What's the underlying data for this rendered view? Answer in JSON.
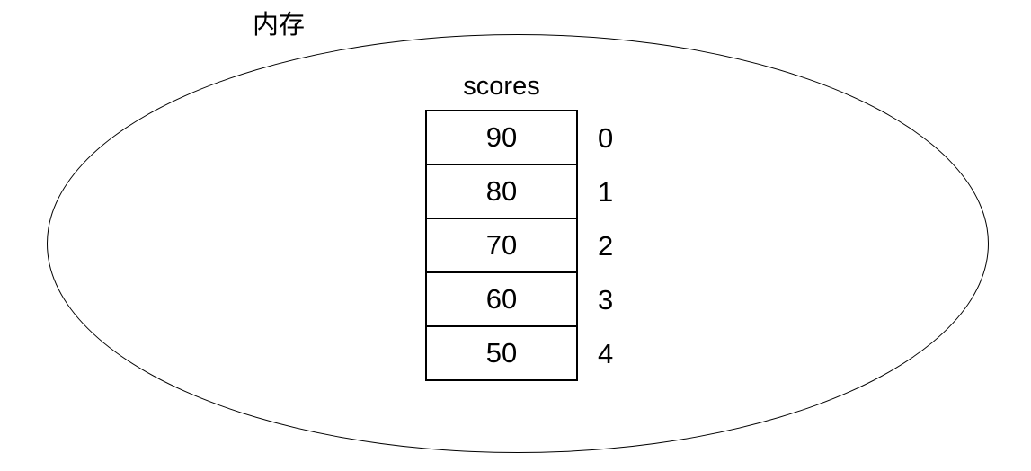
{
  "diagram": {
    "memory_label": "内存",
    "array": {
      "name": "scores",
      "rows": [
        {
          "value": "90",
          "index": "0"
        },
        {
          "value": "80",
          "index": "1"
        },
        {
          "value": "70",
          "index": "2"
        },
        {
          "value": "60",
          "index": "3"
        },
        {
          "value": "50",
          "index": "4"
        }
      ]
    },
    "colors": {
      "stroke": "#000000",
      "background": "#ffffff",
      "text": "#000000"
    }
  }
}
